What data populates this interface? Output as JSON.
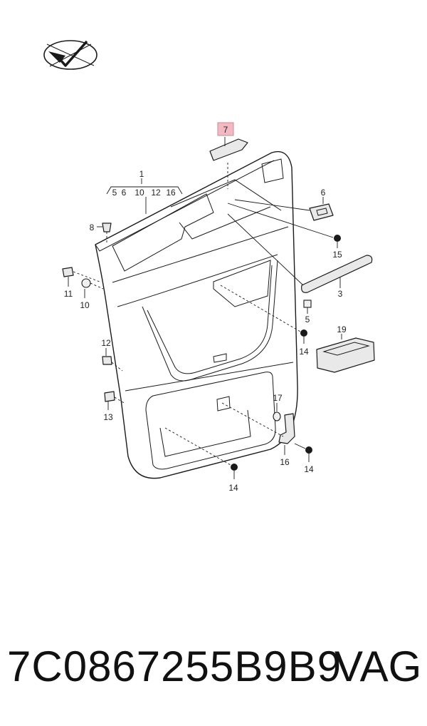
{
  "callouts": {
    "c1": "1",
    "c1_sub": [
      "5",
      "6",
      "10",
      "12",
      "16"
    ],
    "c3": "3",
    "c5": "5",
    "c6": "6",
    "c7": "7",
    "c8": "8",
    "c10": "10",
    "c11": "11",
    "c12": "12",
    "c13": "13",
    "c14a": "14",
    "c14b": "14",
    "c14c": "14",
    "c15": "15",
    "c16": "16",
    "c17": "17",
    "c19": "19"
  },
  "highlight_color": "#f2b9c3",
  "footer": {
    "part_number": "7C0867255B9B9",
    "brand": "VAG"
  }
}
